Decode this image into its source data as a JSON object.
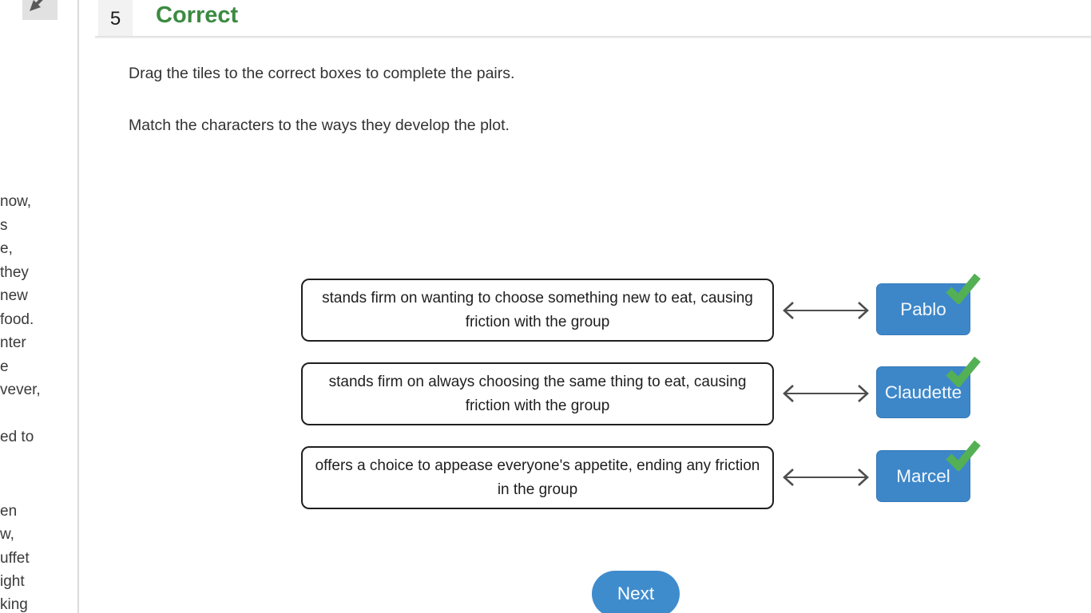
{
  "left_panel": {
    "fragments": [
      "now,",
      "s",
      "e,",
      "they",
      "new",
      "food.",
      "nter",
      "e",
      "vever,",
      "ed to",
      "en",
      "w,",
      "uffet",
      "ight",
      "king"
    ]
  },
  "header": {
    "question_number": "5",
    "status_label": "Correct"
  },
  "instructions": {
    "line1": "Drag the tiles to the correct boxes to complete the pairs.",
    "line2": "Match the characters to the ways they develop the plot."
  },
  "pairs": [
    {
      "description": "stands firm on wanting to choose something new to eat, causing friction with the group",
      "answer": "Pablo",
      "result": "correct"
    },
    {
      "description": "stands firm on always choosing the same thing to eat, causing friction with the group",
      "answer": "Claudette",
      "result": "correct"
    },
    {
      "description": "offers a choice to appease everyone's appetite, ending any friction in the group",
      "answer": "Marcel",
      "result": "correct"
    }
  ],
  "buttons": {
    "next_label": "Next"
  },
  "icons": {
    "collapse": "diagonal-resize-arrow-icon",
    "pair_connector": "double-headed-arrow-icon",
    "result_mark": "green-check-icon"
  },
  "colors": {
    "tile_blue": "#3d87c9",
    "next_button_blue": "#3f8ccd",
    "check_green": "#54b054",
    "status_green": "#3c8a42"
  }
}
